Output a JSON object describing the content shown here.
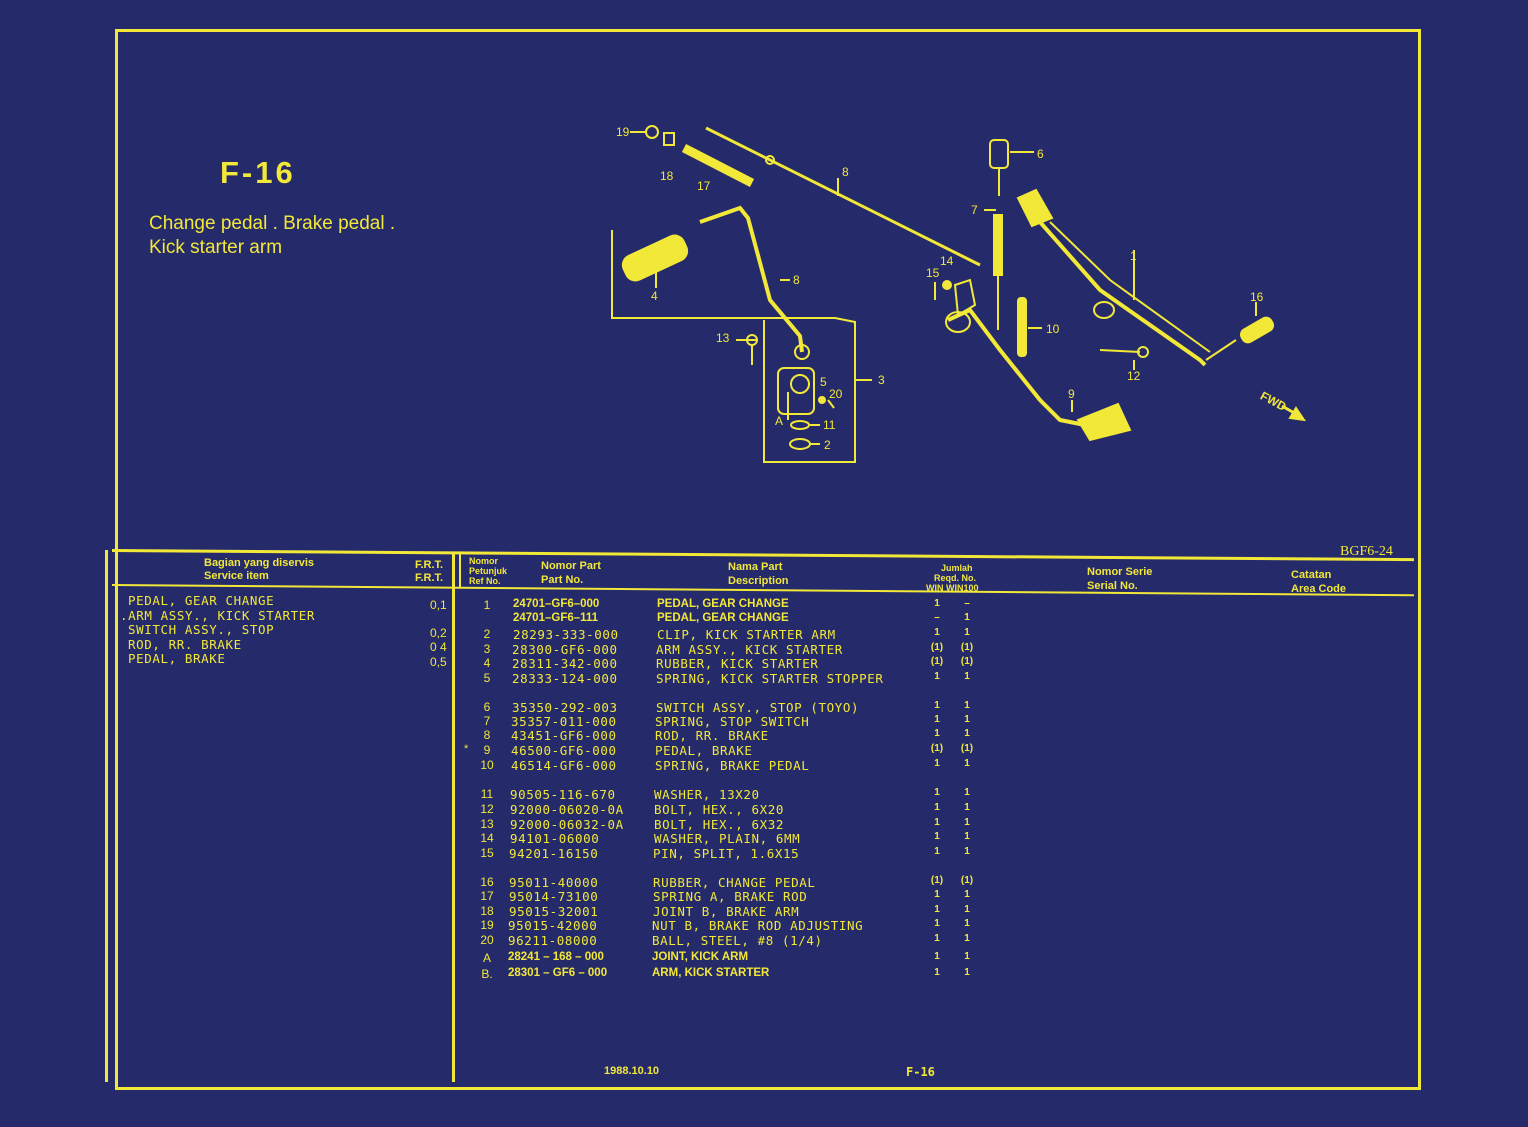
{
  "header": {
    "code": "F-16",
    "title_line1": "Change pedal . Brake pedal .",
    "title_line2": "Kick starter arm",
    "drawing_code": "BGF6-24"
  },
  "diagram": {
    "labels": [
      "1",
      "2",
      "3",
      "4",
      "5",
      "6",
      "7",
      "8",
      "8",
      "9",
      "10",
      "11",
      "12",
      "13",
      "14",
      "15",
      "16",
      "17",
      "18",
      "19",
      "20",
      "A"
    ],
    "fwd_label": "FWD"
  },
  "service_table": {
    "header_id": "Bagian yang diservis",
    "header_en": "Service item",
    "frt_id": "F.R.T.",
    "frt_en": "F.R.T.",
    "items": [
      "PEDAL, GEAR CHANGE",
      ".ARM ASSY., KICK STARTER",
      "SWITCH ASSY., STOP",
      "ROD, RR. BRAKE",
      "PEDAL, BRAKE"
    ],
    "frt_values": [
      "0,1",
      "",
      "0,2",
      "0 4",
      "0,5"
    ]
  },
  "parts_table": {
    "h_ref_id1": "Nomor",
    "h_ref_id2": "Petunjuk",
    "h_ref_en": "Ref No.",
    "h_part_id": "Nomor Part",
    "h_part_en": "Part No.",
    "h_desc_id": "Nama Part",
    "h_desc_en": "Description",
    "h_qty_id": "Jumlah",
    "h_qty_sub": "Reqd. No.",
    "h_qty_models": "WIN  WIN100",
    "h_serial_id": "Nomor Serie",
    "h_serial_en": "Serial No.",
    "h_area_id": "Catatan",
    "h_area_en": "Area Code",
    "rows": [
      {
        "ref": "1",
        "part": "24701–GF6–000",
        "desc": "PEDAL, GEAR CHANGE",
        "q1": "1",
        "q2": "–"
      },
      {
        "ref": "",
        "part": "24701–GF6–111",
        "desc": "PEDAL, GEAR CHANGE",
        "q1": "–",
        "q2": "1"
      },
      {
        "ref": "2",
        "part": "28293-333-000",
        "desc": "CLIP, KICK STARTER ARM",
        "q1": "1",
        "q2": "1"
      },
      {
        "ref": "3",
        "part": "28300-GF6-000",
        "desc": "ARM ASSY., KICK STARTER",
        "q1": "(1)",
        "q2": "(1)"
      },
      {
        "ref": "4",
        "part": "28311-342-000",
        "desc": "RUBBER, KICK STARTER",
        "q1": "(1)",
        "q2": "(1)"
      },
      {
        "ref": "5",
        "part": "28333-124-000",
        "desc": "SPRING, KICK STARTER STOPPER",
        "q1": "1",
        "q2": "1"
      },
      {
        "ref": "6",
        "part": "35350-292-003",
        "desc": "SWITCH ASSY., STOP (TOYO)",
        "q1": "1",
        "q2": "1"
      },
      {
        "ref": "7",
        "part": "35357-011-000",
        "desc": "SPRING, STOP SWITCH",
        "q1": "1",
        "q2": "1"
      },
      {
        "ref": "8",
        "part": "43451-GF6-000",
        "desc": "ROD, RR. BRAKE",
        "q1": "1",
        "q2": "1"
      },
      {
        "ref": "9",
        "part": "46500-GF6-000",
        "desc": "PEDAL, BRAKE",
        "q1": "(1)",
        "q2": "(1)",
        "star": "*"
      },
      {
        "ref": "10",
        "part": "46514-GF6-000",
        "desc": "SPRING, BRAKE PEDAL",
        "q1": "1",
        "q2": "1"
      },
      {
        "ref": "11",
        "part": "90505-116-670",
        "desc": "WASHER, 13X20",
        "q1": "1",
        "q2": "1"
      },
      {
        "ref": "12",
        "part": "92000-06020-0A",
        "desc": "BOLT, HEX., 6X20",
        "q1": "1",
        "q2": "1"
      },
      {
        "ref": "13",
        "part": "92000-06032-0A",
        "desc": "BOLT, HEX., 6X32",
        "q1": "1",
        "q2": "1"
      },
      {
        "ref": "14",
        "part": "94101-06000",
        "desc": "WASHER, PLAIN, 6MM",
        "q1": "1",
        "q2": "1"
      },
      {
        "ref": "15",
        "part": "94201-16150",
        "desc": "PIN, SPLIT, 1.6X15",
        "q1": "1",
        "q2": "1"
      },
      {
        "ref": "16",
        "part": "95011-40000",
        "desc": "RUBBER, CHANGE PEDAL",
        "q1": "(1)",
        "q2": "(1)"
      },
      {
        "ref": "17",
        "part": "95014-73100",
        "desc": "SPRING A, BRAKE ROD",
        "q1": "1",
        "q2": "1"
      },
      {
        "ref": "18",
        "part": "95015-32001",
        "desc": "JOINT B, BRAKE ARM",
        "q1": "1",
        "q2": "1"
      },
      {
        "ref": "19",
        "part": "95015-42000",
        "desc": "NUT B, BRAKE ROD ADJUSTING",
        "q1": "1",
        "q2": "1"
      },
      {
        "ref": "20",
        "part": "96211-08000",
        "desc": "BALL, STEEL, #8 (1/4)",
        "q1": "1",
        "q2": "1"
      },
      {
        "ref": "A",
        "part": "28241 – 168 – 000",
        "desc": "JOINT, KICK ARM",
        "q1": "1",
        "q2": "1"
      },
      {
        "ref": "B.",
        "part": "28301 – GF6 –  000",
        "desc": "ARM, KICK STARTER",
        "q1": "1",
        "q2": "1"
      }
    ]
  },
  "footer": {
    "date": "1988.10.10",
    "page": "F-16"
  }
}
